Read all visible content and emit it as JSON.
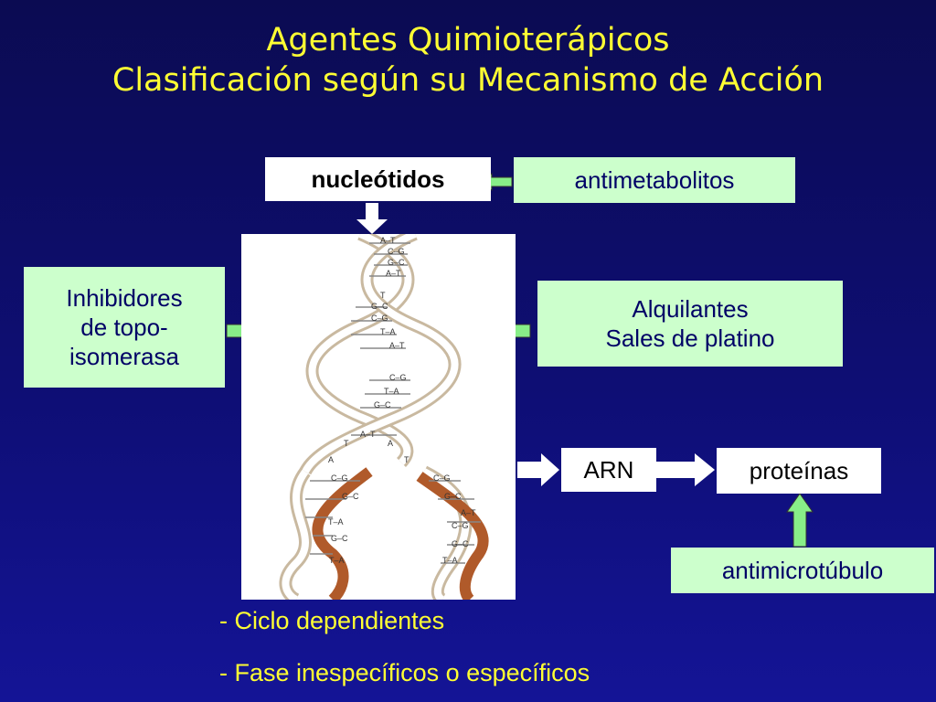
{
  "title": {
    "line1": "Agentes Quimioterápicos",
    "line2": "Clasificación según su Mecanismo de Acción"
  },
  "boxes": {
    "nucleotidos": "nucleótidos",
    "antimetabolitos": "antimetabolitos",
    "inhibidores": [
      "Inhibidores",
      "de topo-",
      "isomerasa"
    ],
    "alquilantes": [
      "Alquilantes",
      "Sales de platino"
    ],
    "arn": "ARN",
    "proteinas": "proteínas",
    "antimicrotubulo": "antimicrotúbulo"
  },
  "bullets": [
    "- Ciclo dependientes",
    "- Fase inespecíficos o específicos"
  ],
  "dna_labels": [
    "A–T",
    "C–G",
    "G–C",
    "A–T",
    "T",
    "G–C",
    "C–G",
    "T–A",
    "A–T",
    "C–G",
    "T–A",
    "G–C",
    "A–T",
    "T",
    "A",
    "A",
    "T",
    "C–G",
    "G–C",
    "C–G",
    "G–C",
    "A–T",
    "T–A",
    "G–C",
    "C–G",
    "G–C",
    "T–A",
    "T–A"
  ],
  "colors": {
    "background": "#0e0e74",
    "title": "#ffff33",
    "green_box": "#ccffcc",
    "arrow_green": "#88ee88",
    "dna_strand": "#b05a2a"
  }
}
